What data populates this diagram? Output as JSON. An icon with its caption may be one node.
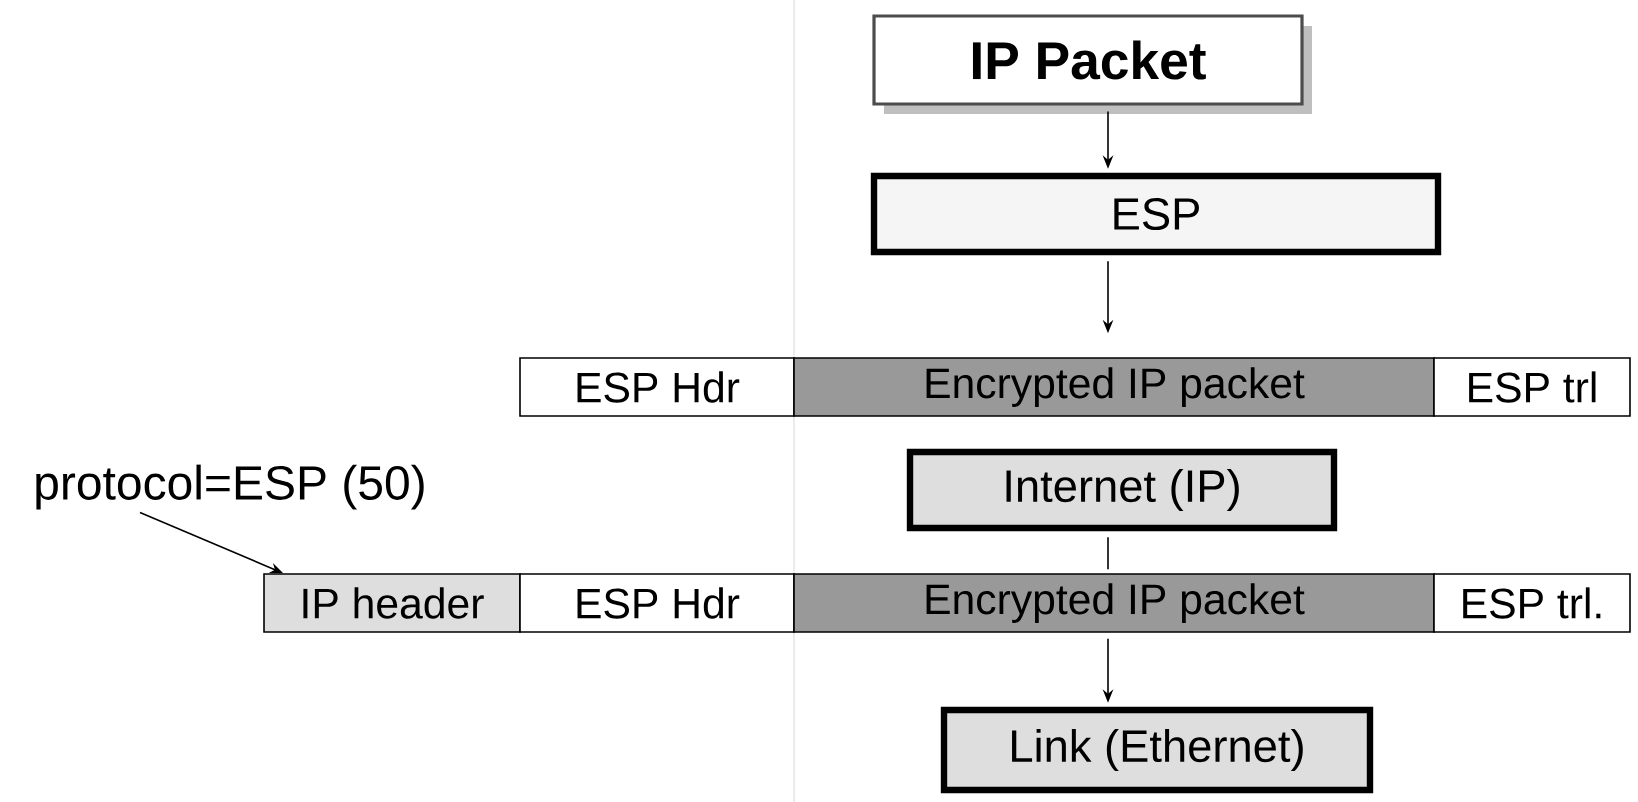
{
  "diagram": {
    "nodes": [
      {
        "text": [
          "IP Packet"
        ]
      },
      {
        "text": [
          "ESP"
        ]
      },
      {
        "text": [
          "ESP Hdr"
        ]
      },
      {
        "text": [
          "Encrypted IP packet"
        ]
      },
      {
        "text": [
          "ESP trl"
        ]
      },
      {
        "text": [
          "Internet (IP)"
        ]
      },
      {
        "text": [
          "IP header"
        ]
      },
      {
        "text": [
          "ESP Hdr"
        ]
      },
      {
        "text": [
          "Encrypted IP packet"
        ]
      },
      {
        "text": [
          "ESP trl."
        ]
      },
      {
        "text": [
          "Link (Ethernet)"
        ]
      },
      {
        "text": [
          "protocol=ESP (50)"
        ]
      }
    ],
    "edges": [
      {
        "from": 0,
        "to": 1,
        "arrow": "to"
      },
      {
        "from": 1,
        "to": 3,
        "arrow": "to"
      },
      {
        "from": 5,
        "to": 8,
        "arrow": "none"
      },
      {
        "from": 8,
        "to": 10,
        "arrow": "to"
      },
      {
        "from": 11,
        "to": 6,
        "arrow": "to"
      }
    ]
  }
}
